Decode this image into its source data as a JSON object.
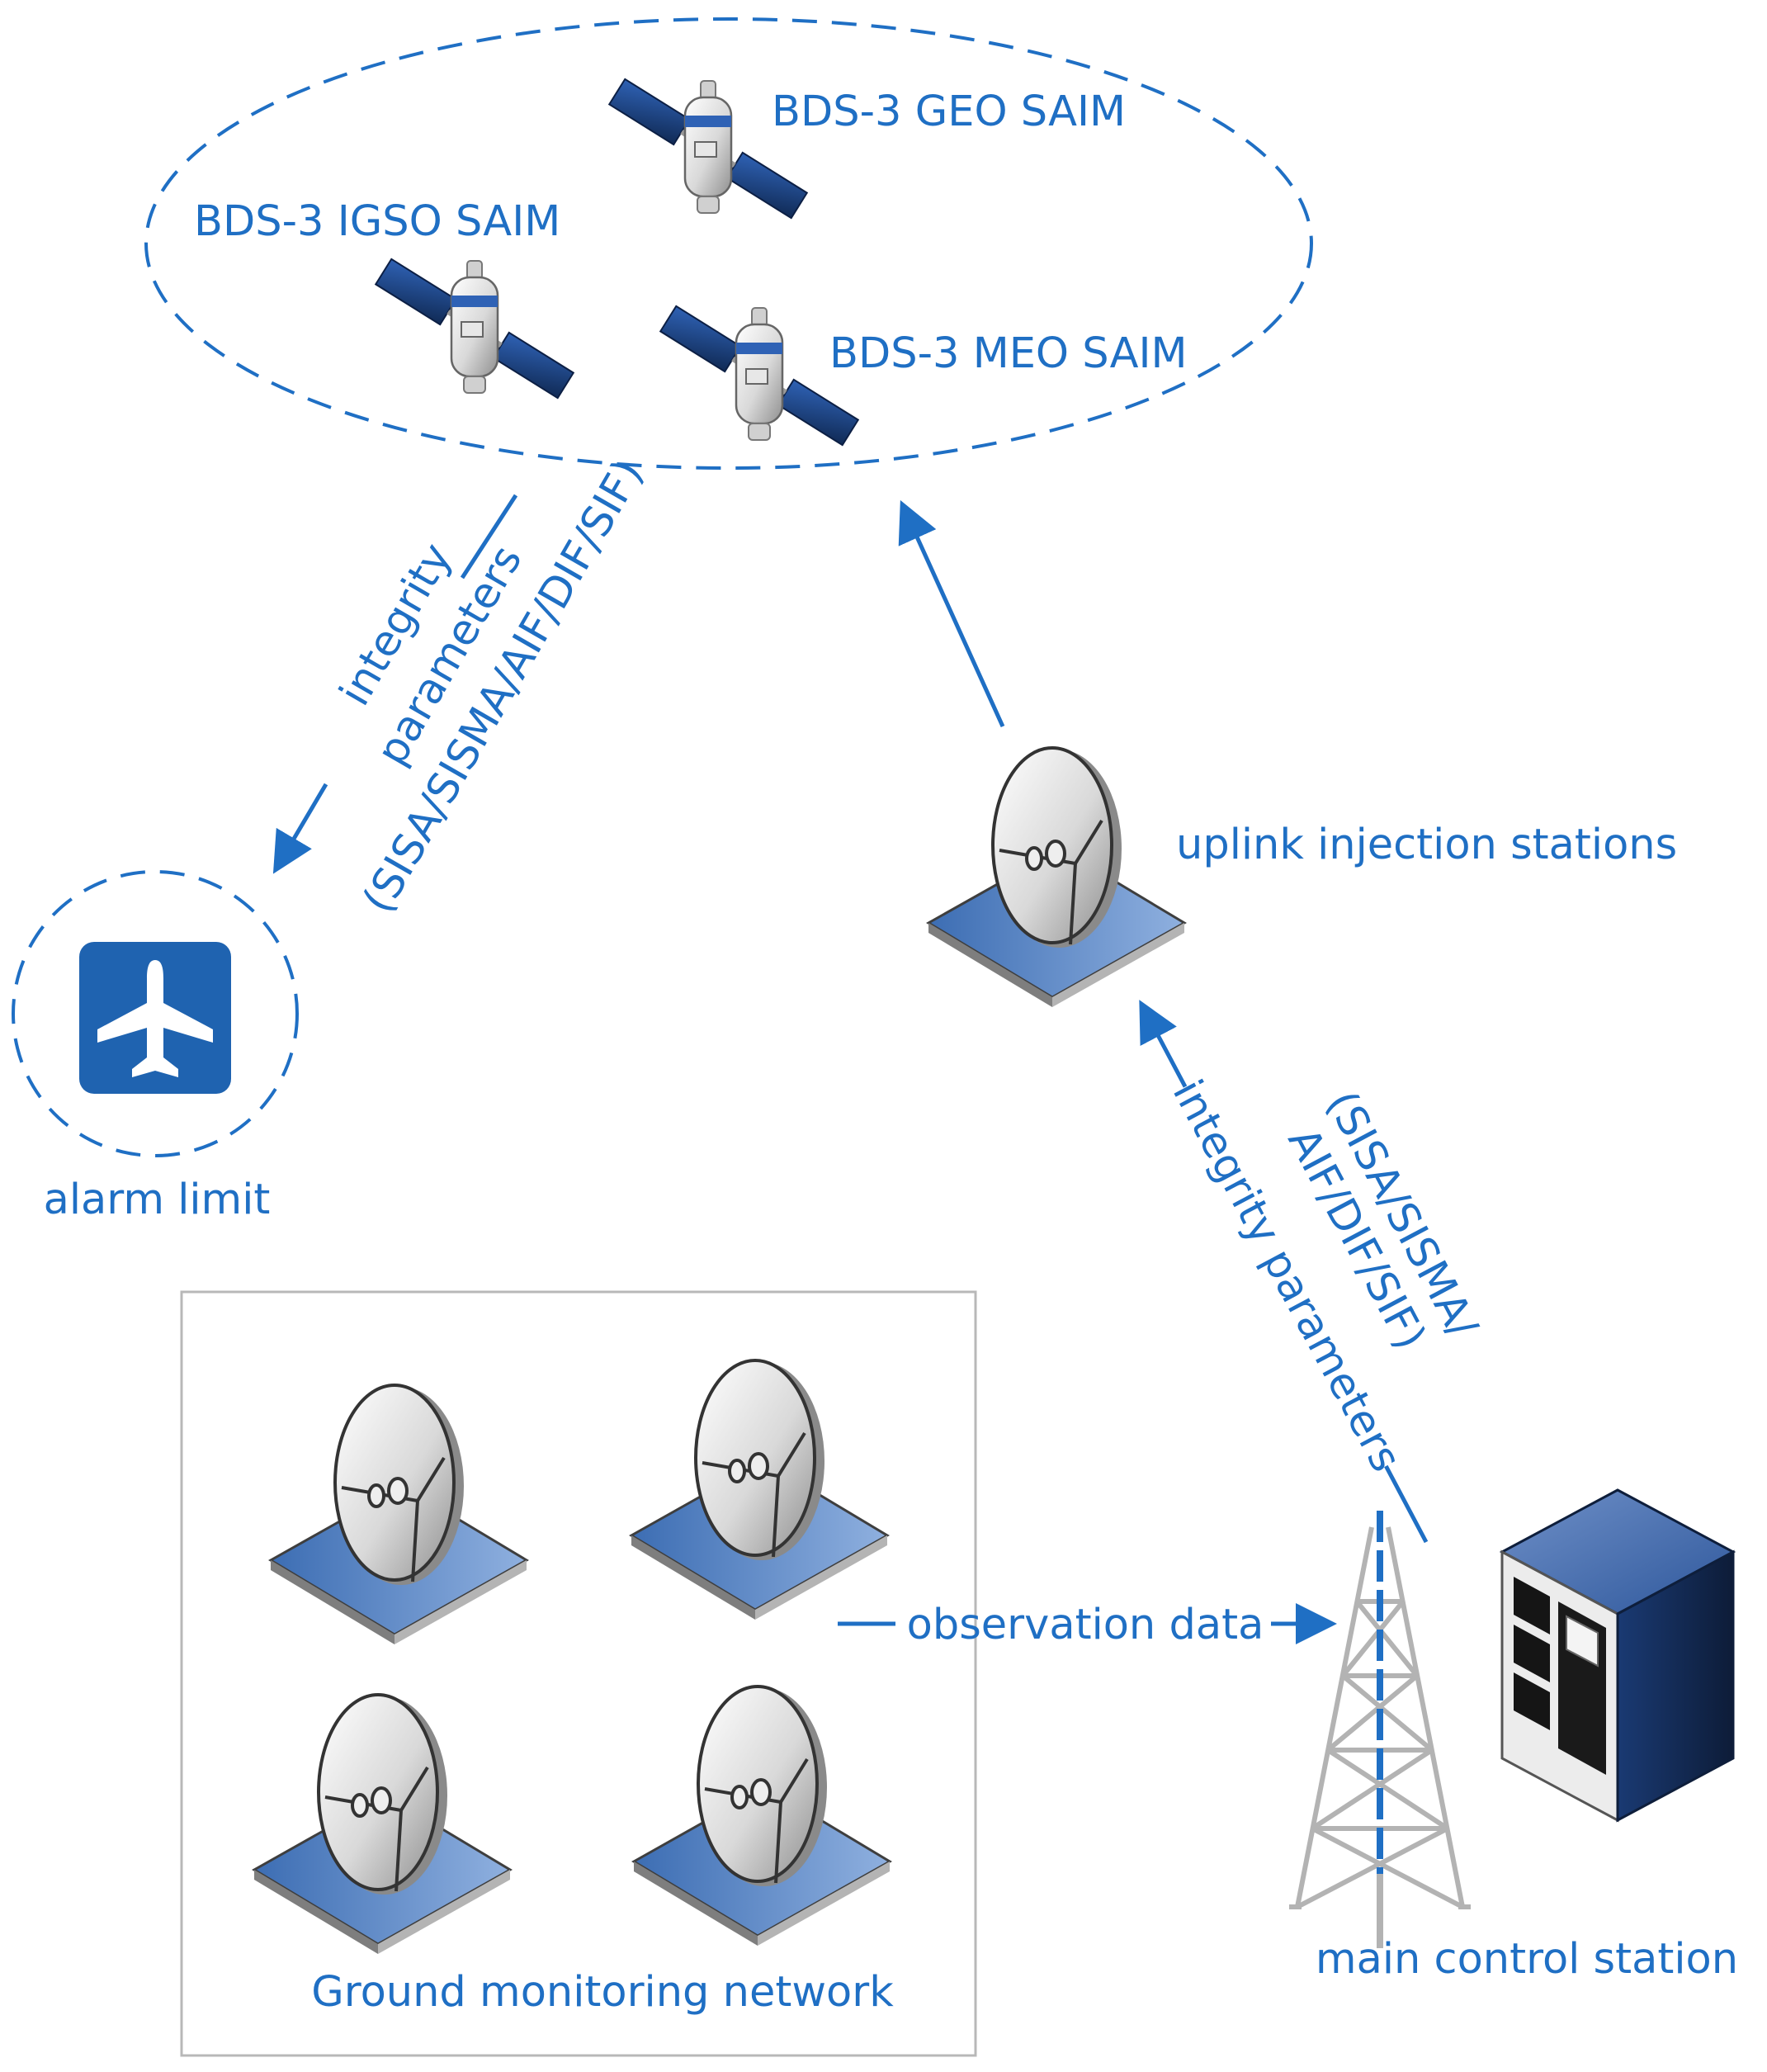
{
  "colors": {
    "accent": "#1f6fc4",
    "dish_base": "#4f7fc2",
    "dish_grey": "#c8c8c8",
    "panel": "#1d3f7a",
    "server": "#3a66b0"
  },
  "satellites": {
    "geo": "BDS-3 GEO SAIM",
    "igso": "BDS-3 IGSO SAIM",
    "meo": "BDS-3 MEO SAIM"
  },
  "downlink": {
    "line1": "integrity",
    "line2": "parameters",
    "line3": "(SISA/SISMA/AIF/DIF/SIF)"
  },
  "uplink_path": {
    "line1": "(SISA/SISMA/",
    "line2": "AIF/DIF/SIF)",
    "line3": "integrity parameters"
  },
  "labels": {
    "uplink_stations": "uplink injection stations",
    "alarm_limit": "alarm limit",
    "ground_network": "Ground monitoring network",
    "observation": "observation data",
    "main_control": "main control station"
  },
  "icons": [
    "satellite-icon",
    "dish-antenna-icon",
    "airplane-icon",
    "radio-tower-icon",
    "server-icon"
  ]
}
